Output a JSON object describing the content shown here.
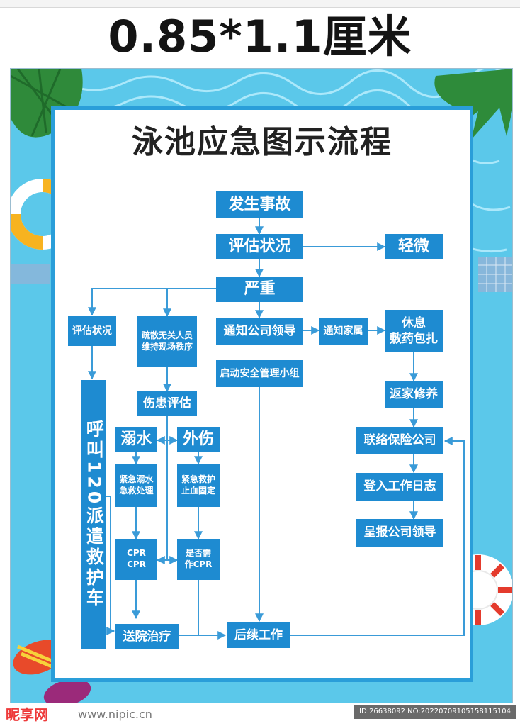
{
  "header": {
    "size_label": "0.85*1.1厘米"
  },
  "poster": {
    "title": "泳池应急图示流程",
    "nodes": {
      "accident": "发生事故",
      "assess": "评估状况",
      "minor": "轻微",
      "serious": "严重",
      "assess_left": "评估状况",
      "evacuate": "疏散无关人员\n维持现场秩序",
      "notify_leader": "通知公司领导",
      "notify_family": "通知家属",
      "rest": "休息\n敷药包扎",
      "start_team": "启动安全管理小组",
      "injury_eval": "伤患评估",
      "call_120": "呼叫120派遣救护车",
      "home_rest": "返家修养",
      "drowning": "溺水",
      "trauma": "外伤",
      "contact_insurance": "联络保险公司",
      "drowning_aid": "紧急溺水\n急救处理",
      "trauma_aid": "紧急救护\n止血固定",
      "log_work": "登入工作日志",
      "cpr": "CPR\nCPR",
      "need_cpr": "是否需\n作CPR",
      "report_leader": "呈报公司领导",
      "hospital": "送院治疗",
      "followup": "后续工作"
    }
  },
  "footer": {
    "watermark": "昵享网",
    "site": "www.nipic.cn",
    "image_id": "ID:26638092 NO:20220709105158115104"
  },
  "colors": {
    "box": "#1e8bd1",
    "line": "#3a9bd8",
    "pool": "#5bc8ea",
    "border": "#2a9ed9"
  }
}
